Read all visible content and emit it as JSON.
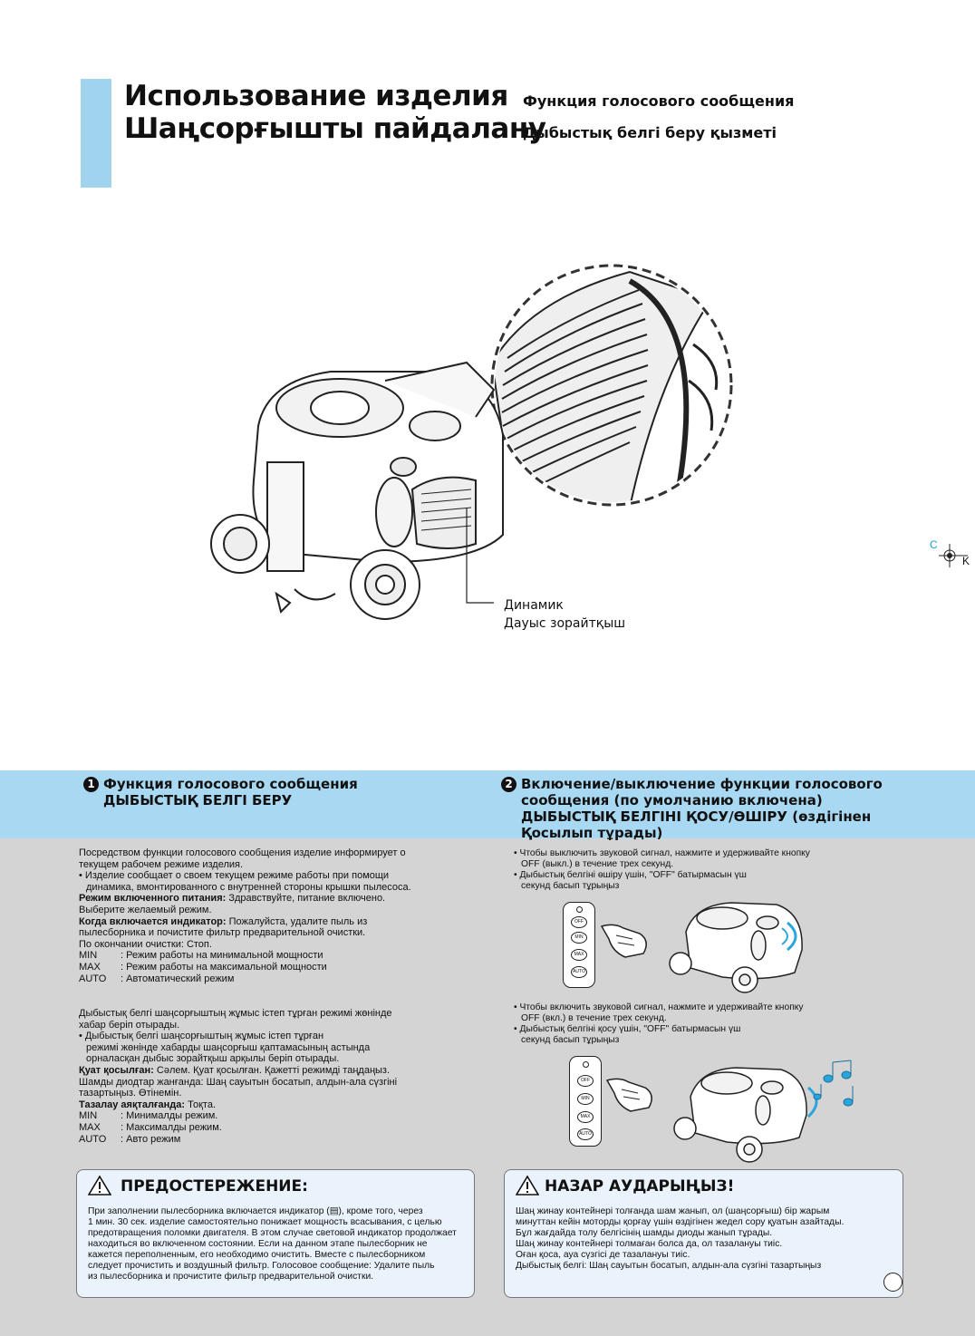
{
  "header": {
    "title_ru": "Использование изделия",
    "subtitle_ru": "Функция голосового сообщения",
    "title_kk": "Шаңсорғышты пайдалану",
    "subtitle_kk": "Дыбыстық белгі беру қызметі"
  },
  "figure": {
    "label_ru": "Динамик",
    "label_kk": "Дауыс зорайтқыш"
  },
  "registration": {
    "c": "C",
    "k": "K"
  },
  "section1": {
    "number": "1",
    "title_ru": "Функция голосового сообщения",
    "title_kk": "ДЫБЫСТЫҚ БЕЛГІ БЕРУ",
    "ru": {
      "l1": "Посредством функции голосового сообщения изделие информирует о",
      "l2": "текущем рабочем режиме изделия.",
      "l3": "• Изделие сообщает о своем текущем режиме работы при помощи",
      "l4": "динамика, вмонтированного с внутренней стороны крышки пылесоса.",
      "power_label": "Режим включенного питания:",
      "power_text": " Здравствуйте, питание включено.",
      "l6": "Выберите желаемый режим.",
      "indicator_label": "Когда включается индикатор:",
      "indicator_text": " Пожалуйста, удалите пыль из",
      "l8": "пылесборника и почистите фильтр предварительной очистки.",
      "l9": "По окончании очистки: Стоп.",
      "modes": [
        {
          "k": "MIN",
          "v": ": Режим работы на минимальной мощности"
        },
        {
          "k": "MAX",
          "v": ": Режим работы на максимальной мощности"
        },
        {
          "k": "AUTO",
          "v": ": Автоматический режим"
        }
      ]
    },
    "kk": {
      "l1": "Дыбыстық белгі шаңсорғыштың жұмыс істеп тұрған режимі жөнінде",
      "l2": "хабар беріп отырады.",
      "l3": "• Дыбыстық белгі шаңсорғыштың жұмыс істеп тұрған",
      "l4": "режимі жөнінде хабарды шаңсорғыш қаптамасының астында",
      "l5": "орналасқан дыбыс зорайтқыш арқылы беріп отырады.",
      "power_label": "Қуат қосылған:",
      "power_text": " Сәлем. Қуат қосылған. Қажетті режимді таңдаңыз.",
      "l7": "Шамды диодтар жанғанда: Шаң сауытын босатып, алдын-ала сүзгіні",
      "l8": "тазартыңыз. Өтінемін.",
      "end_label": "Тазалау аяқталғанда:",
      "end_text": " Тоқта.",
      "modes": [
        {
          "k": "MIN",
          "v": ": Минималды режим."
        },
        {
          "k": "MAX",
          "v": ": Максималды режим."
        },
        {
          "k": "AUTO",
          "v": ": Авто режим"
        }
      ]
    }
  },
  "section2": {
    "number": "2",
    "title_l1": "Включение/выключение функции голосового",
    "title_l2": "сообщения (по умолчанию включена)",
    "title_l3": "ДЫБЫСТЫҚ БЕЛГІНІ ҚОСУ/ӨШІРУ (өздігінен",
    "title_l4": "Қосылып тұрады)",
    "off": {
      "l1": "• Чтобы выключить звуковой сигнал, нажмите и удерживайте кнопку",
      "l2": "OFF (выкл.) в течение трех секунд.",
      "l3": "• Дыбыстық белгіні өшіру үшін, \"OFF\" батырмасын үш",
      "l4": "секунд басып тұрыңыз"
    },
    "on": {
      "l1": "• Чтобы включить звуковой сигнал, нажмите и удерживайте кнопку",
      "l2": "OFF (вкл.) в течение трех секунд.",
      "l3": "• Дыбыстық белгіні қосу үшін, \"OFF\" батырмасын үш",
      "l4": "секунд басып тұрыңыз"
    },
    "remote_buttons": [
      "OFF",
      "MIN",
      "MAX",
      "AUTO"
    ]
  },
  "warning": {
    "title": "ПРЕДОСТЕРЕЖЕНИЕ:",
    "lines": [
      "При заполнении пылесборника включается индикатор (▤), кроме того, через",
      "1 мин. 30 сек. изделие самостоятельно понижает мощность всасывания, с целью",
      "предотвращения поломки двигателя. В этом случае световой индикатор продолжает",
      "находиться во включенном состоянии. Если на данном этапе пылесборник не",
      "кажется переполненным, его необходимо очистить. Вместе с пылесборником",
      "следует прочистить и воздушный фильтр. Голосовое сообщение: Удалите пыль",
      "из пылесборника и прочистите фильтр предварительной очистки."
    ]
  },
  "attention": {
    "title": "НАЗАР АУДАРЫҢЫЗ!",
    "lines": [
      "Шаң жинау контейнері толғанда шам жанып, ол (шаңсорғыш) бір жарым",
      "минуттан кейін моторды қорғау үшін өздігінен жедел сору қуатын азайтады.",
      "Бұл жағдайда толу белгісінің шамды диоды жанып тұрады.",
      "Шаң жинау контейнері толмаған болса да, ол тазалануы тиіс.",
      "Оған қоса, ауа сүзгісі де тазалануы тиіс.",
      "Дыбыстық белгі: Шаң сауытын босатып, алдын-ала сүзгіні тазартыңыз"
    ]
  }
}
